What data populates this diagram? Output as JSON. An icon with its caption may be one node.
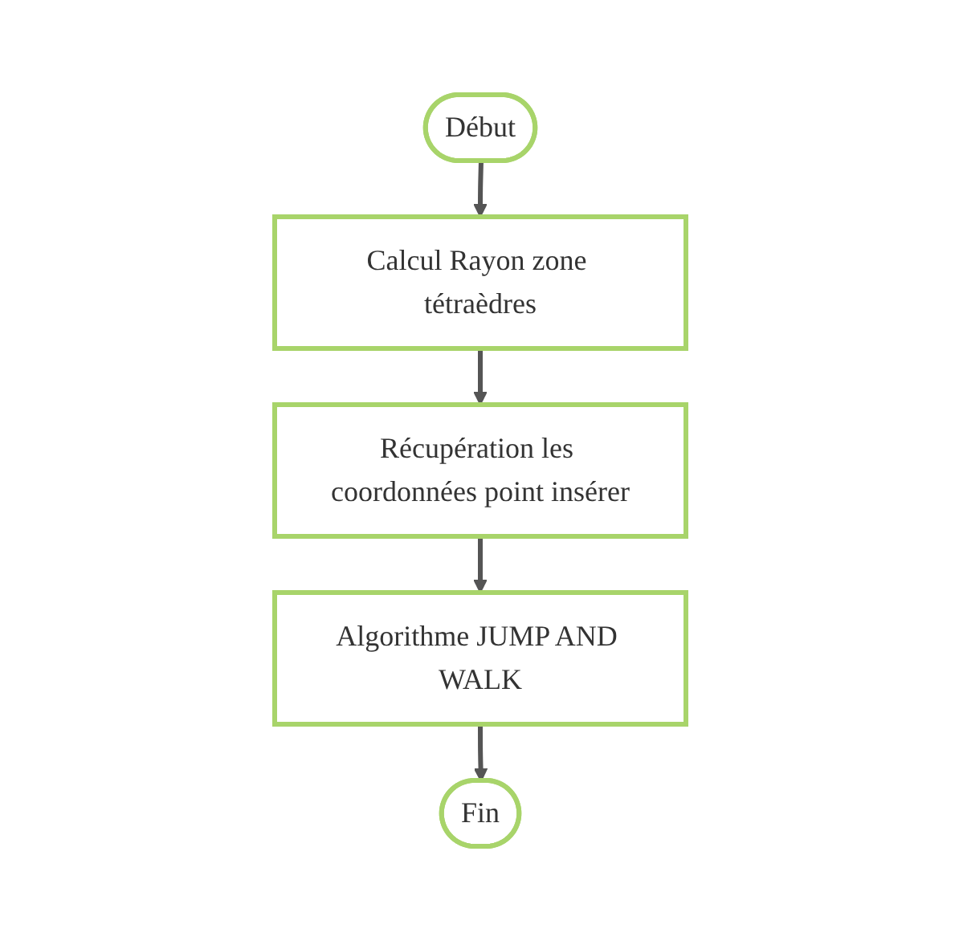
{
  "diagram": {
    "nodes": [
      {
        "text": [
          "Début"
        ]
      },
      {
        "text": [
          "Calcul Rayon zone tétraèdres"
        ]
      },
      {
        "text": [
          "Récupération les coordonnées point insérer"
        ]
      },
      {
        "text": [
          "Algorithme JUMP AND WALK"
        ]
      },
      {
        "text": [
          "Fin"
        ]
      }
    ],
    "edges": [
      {
        "from": 0,
        "to": 1,
        "arrow": "to"
      },
      {
        "from": 1,
        "to": 2,
        "arrow": "to"
      },
      {
        "from": 2,
        "to": 3,
        "arrow": "to"
      },
      {
        "from": 3,
        "to": 4,
        "arrow": "to"
      }
    ]
  }
}
